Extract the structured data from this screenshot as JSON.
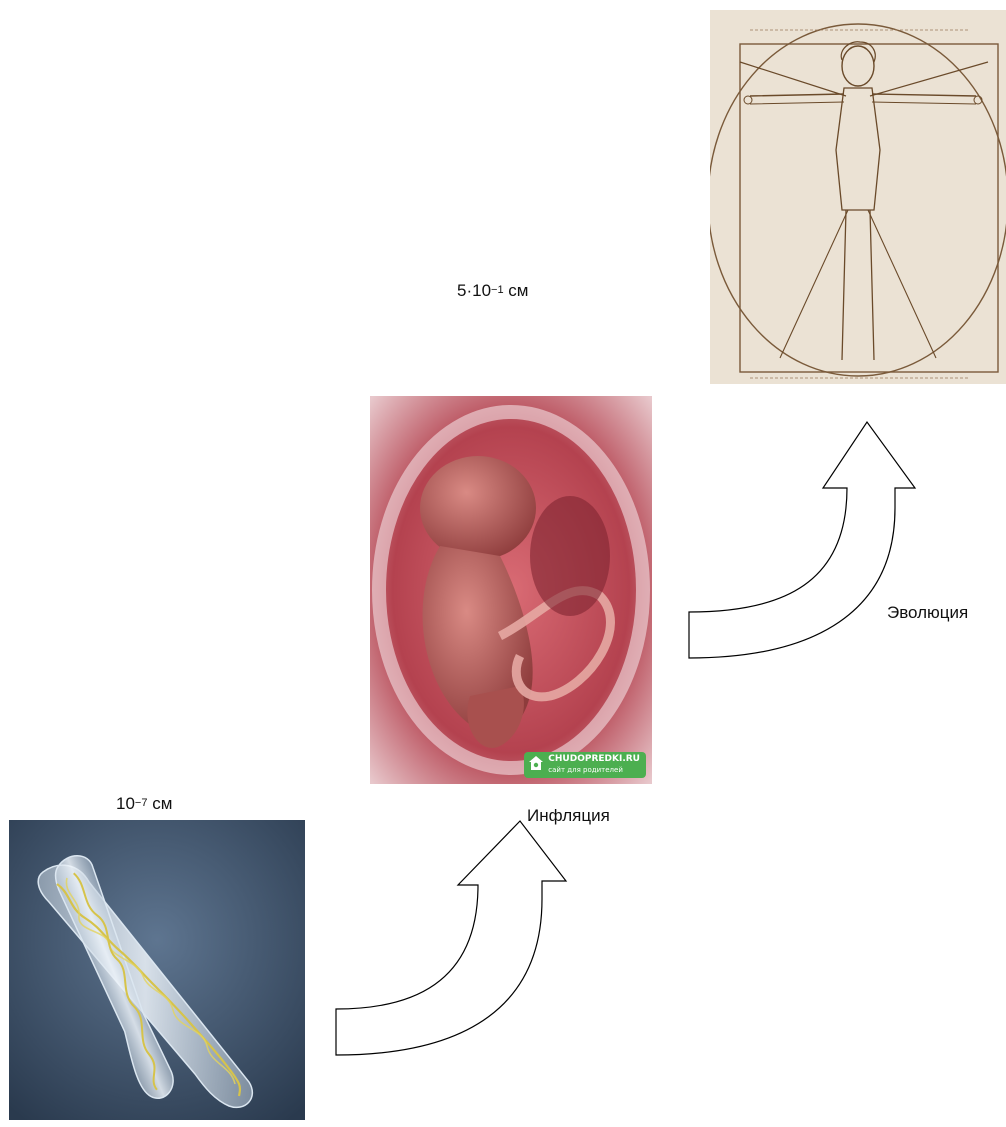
{
  "stages": {
    "chromosome": {
      "size_base": "10",
      "size_exp": "−7",
      "size_unit": " см",
      "image_icon": "chromosome-image"
    },
    "embryo": {
      "size_base": "5·10",
      "size_exp": "−1",
      "size_unit": " см",
      "image_icon": "embryo-image",
      "watermark_title": "CHUDOPREDKI.RU",
      "watermark_sub": "сайт для родителей"
    },
    "vitruvian": {
      "image_icon": "vitruvian-man-image"
    }
  },
  "transitions": [
    {
      "label": "Инфляция",
      "icon": "curved-up-arrow"
    },
    {
      "label": "Эволюция",
      "icon": "curved-up-arrow"
    }
  ],
  "colors": {
    "arrow_stroke": "#000000",
    "chromosome_bg": "#3d5066",
    "embryo_bg": "#c2525d",
    "parchment": "#efe7dc"
  }
}
